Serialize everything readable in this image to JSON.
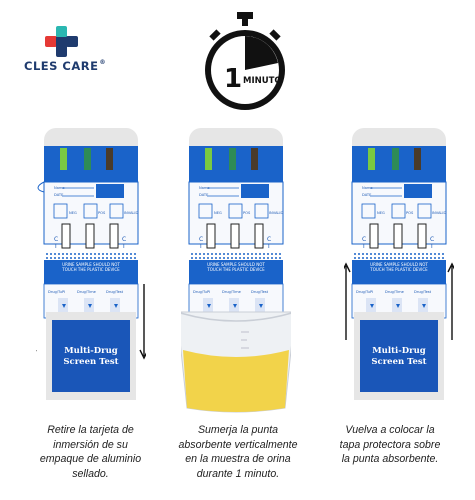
{
  "brand": {
    "name": "CLES CARE",
    "registered": "®",
    "logo_icon": "medical-cross-icon",
    "colors": {
      "navy": "#1f3b6e",
      "red": "#e53935",
      "teal": "#2ab7b1"
    }
  },
  "timer": {
    "number": "1",
    "unit": "MINUTO",
    "icon": "stopwatch-icon"
  },
  "device": {
    "name_label": "Name",
    "date_label": "DATE",
    "c_label": "C",
    "t_label": "T",
    "neg_label": "NEG",
    "pos_label": "POS",
    "invalid_label": "INVALID",
    "urine_note": "URINE SAMPLE SHOULD NOT\nTOUCH THE PLASTIC DEVICE",
    "strip_labels": [
      "Drug/TuPI",
      "Drug/Time",
      "Drug/Test"
    ],
    "cover_title": "Multi-Drug\nScreen Test",
    "colors": {
      "blue": "#1a63c9",
      "cover": "#1a56b8",
      "cap": "#e6e6e6",
      "card": "#f7f9fd"
    }
  },
  "steps": [
    {
      "caption": "Retire la tarjeta de\ninmersión de su\nempaque de aluminio\nsellado."
    },
    {
      "caption": "Sumerja la punta\nabsorbente verticalmente\nen la muestra de orina\ndurante 1 minuto."
    },
    {
      "caption": "Vuelva a colocar la\ntapa protectora sobre\nla punta absorbente."
    }
  ],
  "urine_color": "#f2d34a"
}
